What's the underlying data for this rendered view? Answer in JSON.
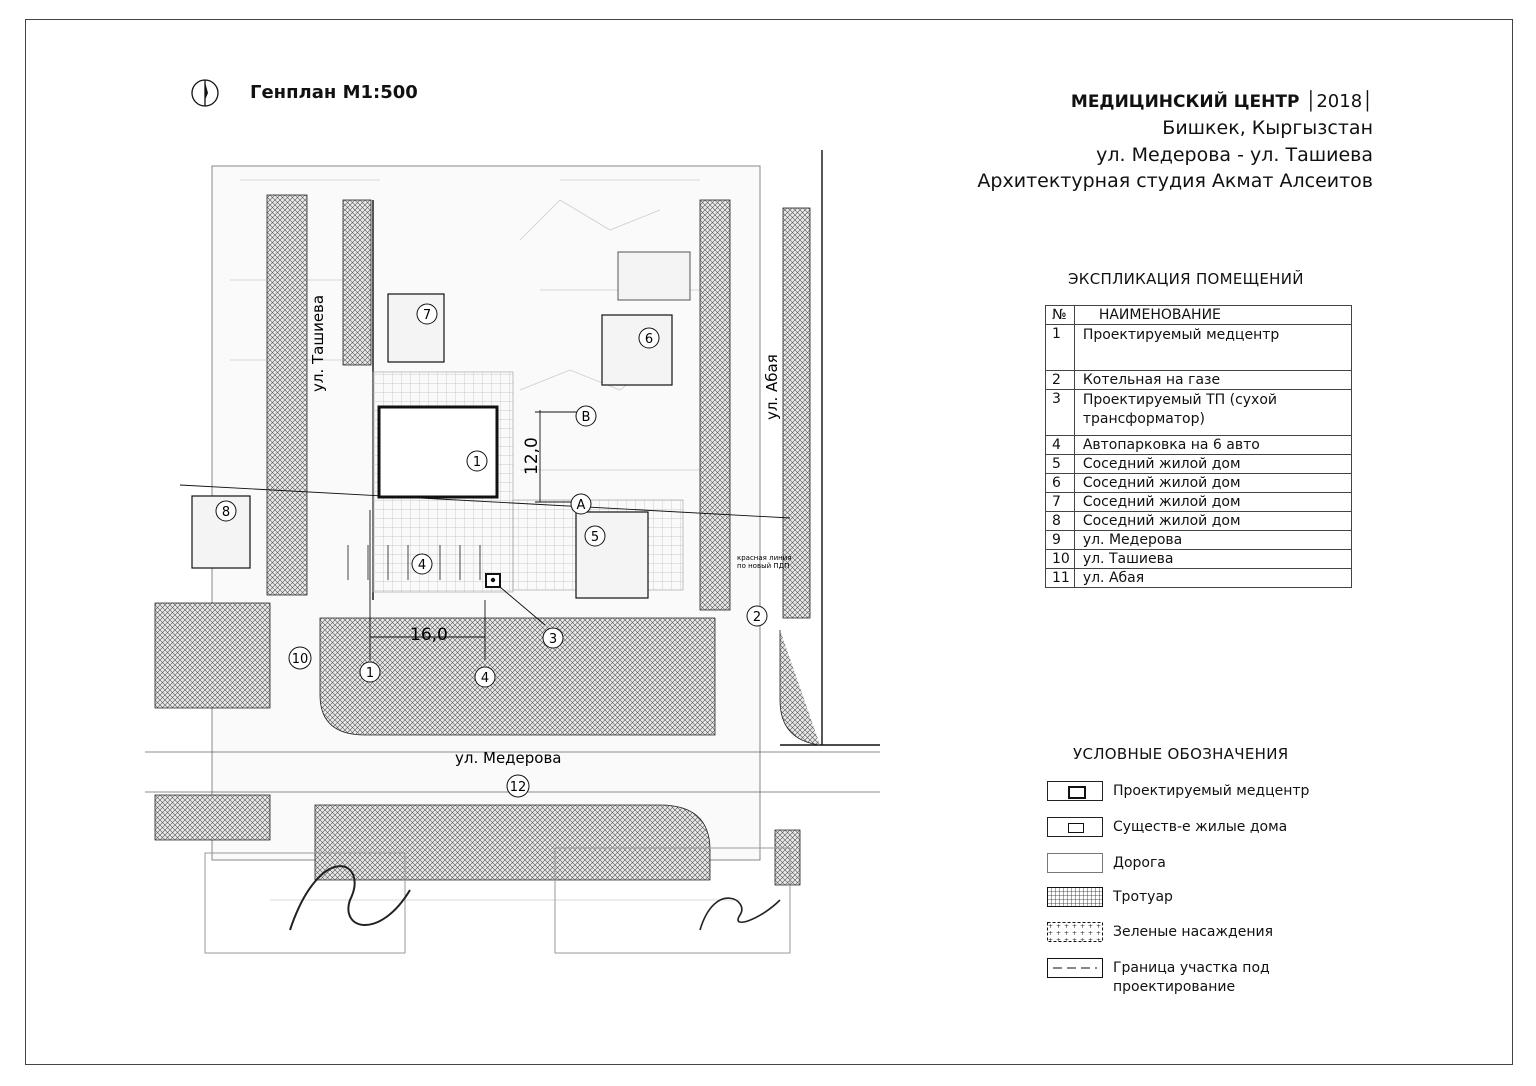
{
  "plan": {
    "title": "Генплан М1:500",
    "street_tashieva": "ул. Ташиева",
    "street_abaya": "ул. Абая",
    "street_mederova": "ул. Медерова",
    "dim_length": "16,0",
    "dim_width": "12,0",
    "axis_b": "В",
    "axis_a": "А",
    "red_line_note_1": "красная линия",
    "red_line_note_2": "по новый ПДП",
    "markers": [
      "1",
      "2",
      "3",
      "4",
      "5",
      "6",
      "7",
      "8",
      "10",
      "12"
    ],
    "axis_1": "1",
    "axis_4": "4"
  },
  "title_block": {
    "project": "МЕДИЦИНСКИЙ ЦЕНТР",
    "year": "2018",
    "city": "Бишкек, Кыргызстан",
    "address": "ул. Медерова - ул. Ташиева",
    "studio": "Архитектурная студия Акмат Алсеитов"
  },
  "explication": {
    "title": "ЭКСПЛИКАЦИЯ ПОМЕЩЕНИЙ",
    "header_num": "№",
    "header_name": "НАИМЕНОВАНИЕ",
    "rows": [
      {
        "num": "1",
        "name": "Проектируемый медцентр"
      },
      {
        "num": "2",
        "name": "Котельная на газе"
      },
      {
        "num": "3",
        "name": "Проектируемый ТП (сухой трансформатор)"
      },
      {
        "num": "4",
        "name": "Автопарковка на 6 авто"
      },
      {
        "num": "5",
        "name": "Соседний жилой дом"
      },
      {
        "num": "6",
        "name": "Соседний жилой дом"
      },
      {
        "num": "7",
        "name": "Соседний жилой дом"
      },
      {
        "num": "8",
        "name": "Соседний жилой дом"
      },
      {
        "num": "9",
        "name": "ул. Медерова"
      },
      {
        "num": "10",
        "name": "ул. Ташиева"
      },
      {
        "num": "11",
        "name": "ул. Абая"
      }
    ]
  },
  "legend": {
    "title": "УСЛОВНЫЕ ОБОЗНАЧЕНИЯ",
    "items": [
      {
        "label": "Проектируемый медцентр"
      },
      {
        "label": "Существ-е жилые дома"
      },
      {
        "label": "Дорога"
      },
      {
        "label": "Тротуар"
      },
      {
        "label": "Зеленые насаждения"
      },
      {
        "label": "Граница участка под проектирование"
      }
    ]
  }
}
